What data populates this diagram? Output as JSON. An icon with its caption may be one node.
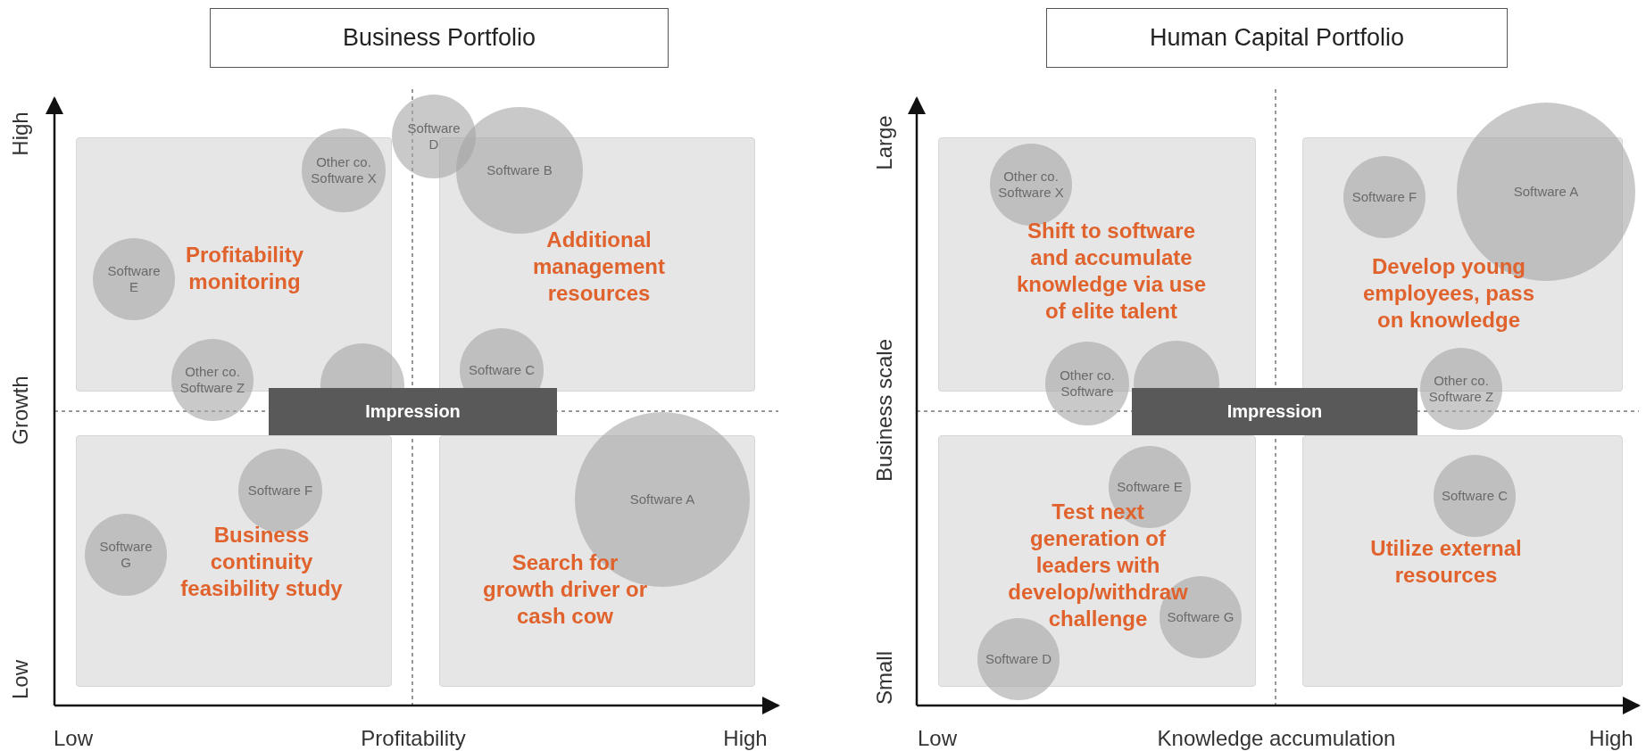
{
  "diagram": {
    "nodes": [
      {
        "text": [
          "Business Portfolio"
        ]
      },
      {
        "text": [
          "Profitability monitoring"
        ]
      },
      {
        "text": [
          "Additional management resources"
        ]
      },
      {
        "text": [
          "Business continuity feasibility study"
        ]
      },
      {
        "text": [
          "Search for growth driver or cash cow"
        ]
      },
      {
        "text": [
          "Impression"
        ]
      },
      {
        "text": [
          "Software D"
        ]
      },
      {
        "text": [
          "Software B"
        ]
      },
      {
        "text": [
          "Other co. Software X"
        ]
      },
      {
        "text": [
          "Software E"
        ],
        "in": 1
      },
      {
        "text": [
          "Other co. Software Z"
        ]
      },
      {
        "text": [],
        "shape": "circle"
      },
      {
        "text": [
          "Software C"
        ]
      },
      {
        "text": [
          "Software F"
        ],
        "in": 3
      },
      {
        "text": [
          "Software G"
        ],
        "in": 3
      },
      {
        "text": [
          "Software A"
        ]
      },
      {
        "text": [
          "Human Capital Portfolio"
        ]
      },
      {
        "text": [
          "Shift to software and accumulate knowledge via use of elite talent"
        ]
      },
      {
        "text": [
          "Develop young employees, pass on knowledge"
        ]
      },
      {
        "text": [
          "Test next generation of leaders with develop/withdraw challenge"
        ]
      },
      {
        "text": [
          "Utilize external resources"
        ]
      },
      {
        "text": [
          "Impression"
        ]
      },
      {
        "text": [
          "Other co. Software X"
        ],
        "in": 17
      },
      {
        "text": [
          "Software F"
        ],
        "in": 18
      },
      {
        "text": [
          "Software A"
        ]
      },
      {
        "text": [
          "Other co. Software"
        ]
      },
      {
        "text": [],
        "shape": "circle"
      },
      {
        "text": [
          "Other co. Software Z"
        ]
      },
      {
        "text": [
          "Software E"
        ],
        "in": 19
      },
      {
        "text": [
          "Software C"
        ],
        "in": 20
      },
      {
        "text": [
          "Software G"
        ],
        "in": 19
      },
      {
        "text": [
          "Software D"
        ]
      }
    ],
    "labels": [
      "High",
      "Growth",
      "Low",
      "Low",
      "Profitability",
      "High",
      "Large",
      "Business scale",
      "Small",
      "Low",
      "Knowledge accumulation",
      "High"
    ]
  }
}
